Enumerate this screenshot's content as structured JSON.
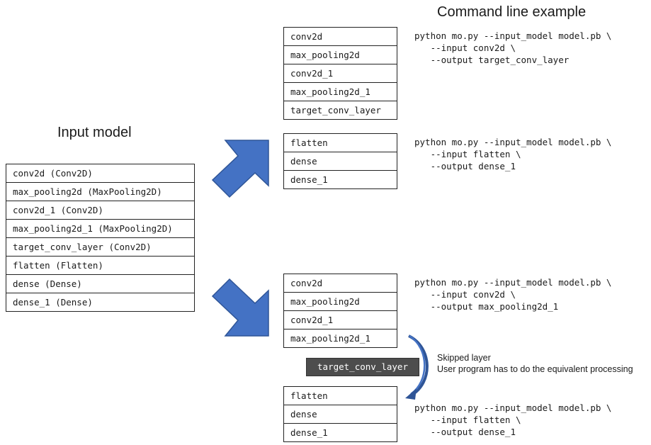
{
  "headings": {
    "command_line": "Command line example",
    "input_model": "Input model"
  },
  "input_model_layers": [
    "conv2d (Conv2D)",
    "max_pooling2d (MaxPooling2D)",
    "conv2d_1 (Conv2D)",
    "max_pooling2d_1 (MaxPooling2D)",
    "target_conv_layer (Conv2D)",
    "flatten (Flatten)",
    "dense (Dense)",
    "dense_1 (Dense)"
  ],
  "example_1": {
    "upper_layers": [
      "conv2d",
      "max_pooling2d",
      "conv2d_1",
      "max_pooling2d_1",
      "target_conv_layer"
    ],
    "upper_command": [
      "python mo.py --input_model model.pb \\",
      "   --input conv2d \\",
      "   --output target_conv_layer"
    ],
    "lower_layers": [
      "flatten",
      "dense",
      "dense_1"
    ],
    "lower_command": [
      "python mo.py --input_model model.pb \\",
      "   --input flatten \\",
      "   --output dense_1"
    ]
  },
  "example_2": {
    "upper_layers": [
      "conv2d",
      "max_pooling2d",
      "conv2d_1",
      "max_pooling2d_1"
    ],
    "upper_command": [
      "python mo.py --input_model model.pb \\",
      "   --input conv2d \\",
      "   --output max_pooling2d_1"
    ],
    "skipped_layer": "target_conv_layer",
    "skipped_note": [
      "Skipped layer",
      "User program has to do the equivalent processing"
    ],
    "lower_layers": [
      "flatten",
      "dense",
      "dense_1"
    ],
    "lower_command": [
      "python mo.py --input_model model.pb \\",
      "   --input flatten \\",
      "   --output dense_1"
    ]
  },
  "colors": {
    "arrow_fill": "#4472c4",
    "arrow_stroke": "#2f5597",
    "skip_box": "#4d4d4d"
  }
}
